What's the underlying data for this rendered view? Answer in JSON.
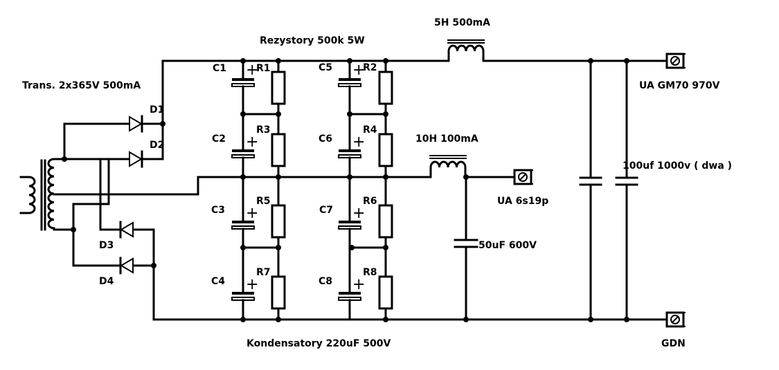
{
  "labels": {
    "transformer": "Trans. 2x365V 500mA",
    "resistors_note": "Rezystory 500k 5W",
    "capacitors_note": "Kondensatory 220uF 500V",
    "choke_main": "5H 500mA",
    "choke_secondary": "10H 100mA",
    "cap_filter": "50uF 600V",
    "cap_output": "100uf 1000v ( dwa )",
    "out_high": "UA GM70 970V",
    "out_low": "UA 6s19p",
    "ground": "GDN"
  },
  "diodes": [
    "D1",
    "D2",
    "D3",
    "D4"
  ],
  "capacitors": [
    "C1",
    "C2",
    "C3",
    "C4",
    "C5",
    "C6",
    "C7",
    "C8"
  ],
  "resistors": [
    "R1",
    "R2",
    "R3",
    "R4",
    "R5",
    "R6",
    "R7",
    "R8"
  ],
  "polarity_mark": "+"
}
